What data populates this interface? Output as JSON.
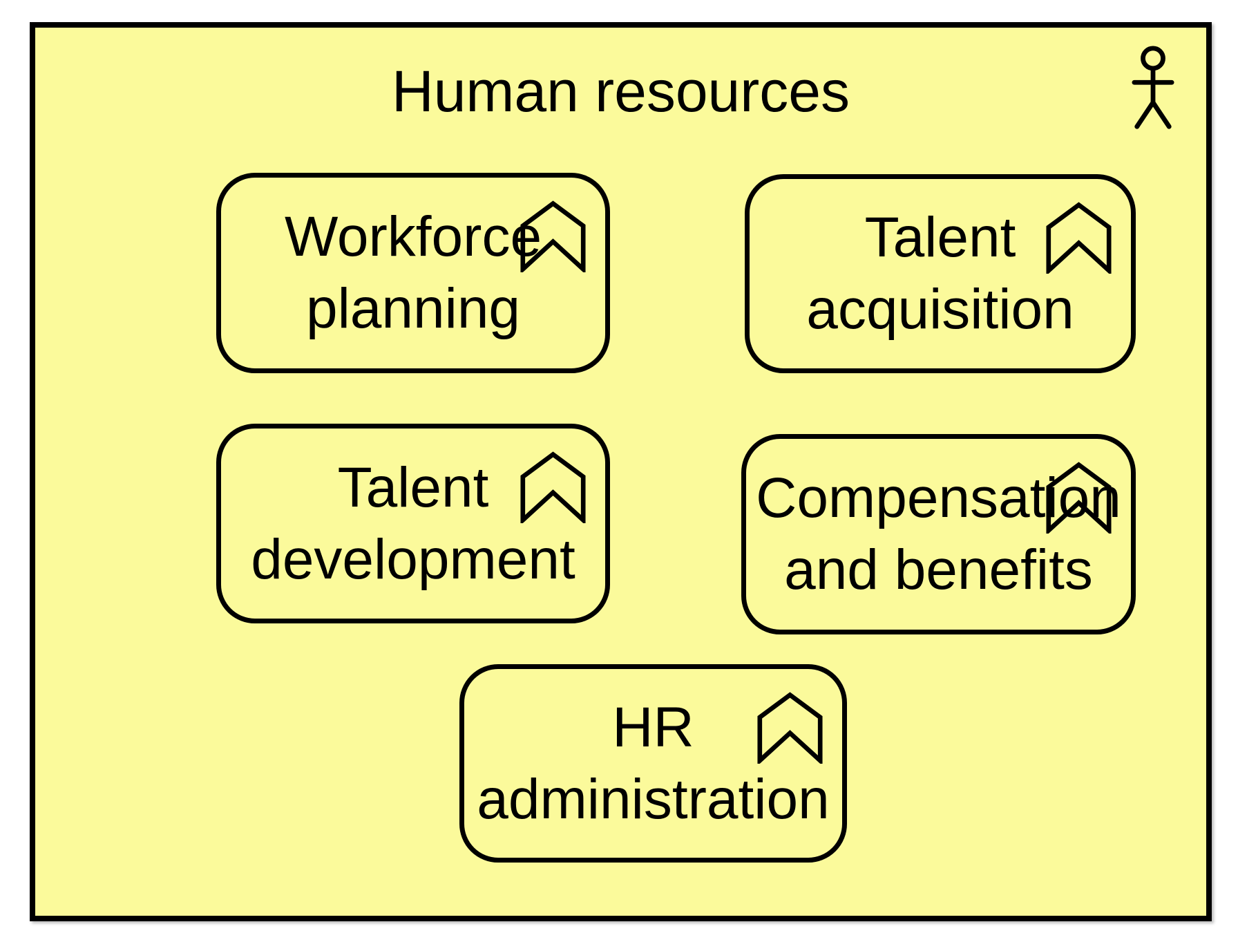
{
  "diagram": {
    "type": "archimate-business-function-diagram",
    "title": "Human resources",
    "colors": {
      "shape_fill": "#fbfa9b",
      "stroke": "#000000",
      "text": "#000000",
      "page_background": "#ffffff"
    },
    "container": {
      "label": "Human resources",
      "icon": "business-actor-icon"
    },
    "boxes": [
      {
        "label": "Workforce planning",
        "line1": "Workforce",
        "line2": "planning",
        "icon": "business-function-chevron-icon"
      },
      {
        "label": "Talent acquisition",
        "line1": "Talent",
        "line2": "acquisition",
        "icon": "business-function-chevron-icon"
      },
      {
        "label": "Talent development",
        "line1": "Talent",
        "line2": "development",
        "icon": "business-function-chevron-icon"
      },
      {
        "label": "Compensation and benefits",
        "line1": "Compensation",
        "line2": "and benefits",
        "icon": "business-function-chevron-icon"
      },
      {
        "label": "HR administration",
        "line1": "HR",
        "line2": "administration",
        "icon": "business-function-chevron-icon"
      }
    ]
  }
}
